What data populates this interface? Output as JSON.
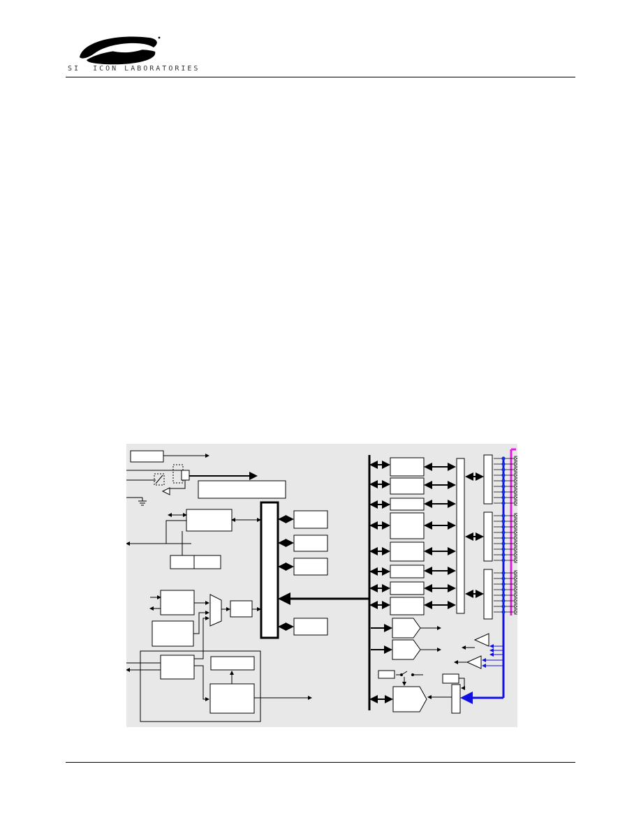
{
  "header": {
    "brand_text": "SI  ICON LABORATORIES",
    "colors": {
      "logo": "#000000",
      "rule": "#000000"
    }
  },
  "diagram": {
    "colors": {
      "background": "#e8e8e8",
      "block_stroke": "#000000",
      "block_fill": "#ffffff",
      "port_bus": "#e020e0",
      "analog_bus": "#1010e0",
      "dot": "#1030e0"
    },
    "pin_groups": [
      {
        "pins": 9
      },
      {
        "pins": 9
      },
      {
        "pins": 8
      }
    ]
  }
}
